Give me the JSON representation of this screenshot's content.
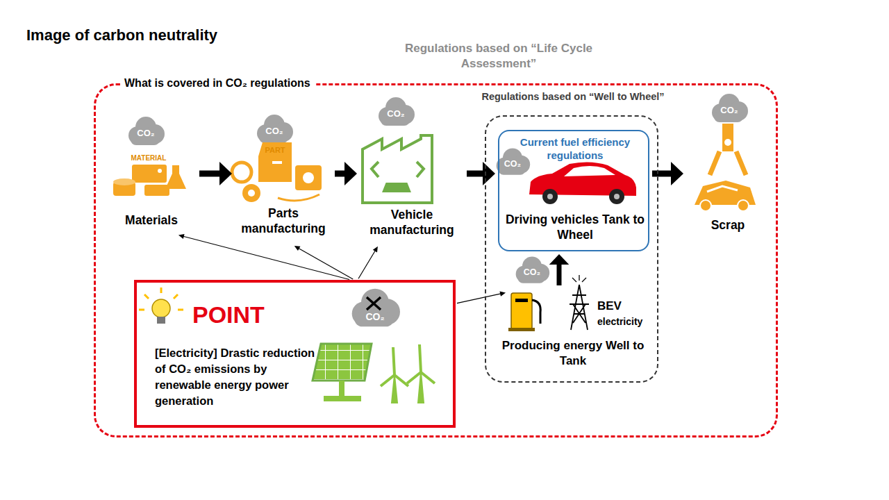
{
  "diagram": {
    "title": "Image of carbon neutrality",
    "nodes": [
      {
        "text": [
          "Regulations based on “Life Cycle Assessment”",
          "What is covered in CO₂ regulations"
        ]
      },
      {
        "text": [
          "Materials"
        ],
        "in": 0
      },
      {
        "text": [
          "Parts manufacturing"
        ],
        "in": 0
      },
      {
        "text": [
          "Vehicle manufacturing"
        ],
        "in": 0
      },
      {
        "text": [
          "Regulations based on “Well to Wheel”"
        ],
        "in": 0
      },
      {
        "text": [
          "Current fuel efficiency regulations",
          "Driving vehicles Tank to Wheel"
        ],
        "in": 4
      },
      {
        "text": [
          "Producing energy Well to Tank"
        ],
        "in": 4
      },
      {
        "text": [
          "Scrap"
        ],
        "in": 0
      },
      {
        "text": [
          "POINT",
          "[Electricity] Drastic reduction of CO₂ emissions by renewable energy power generation"
        ],
        "in": 0
      }
    ],
    "edges": [
      {
        "from": 1,
        "to": 2,
        "arrow": "to"
      },
      {
        "from": 2,
        "to": 3,
        "arrow": "to"
      },
      {
        "from": 3,
        "to": 5,
        "arrow": "to"
      },
      {
        "from": 5,
        "to": 7,
        "arrow": "to"
      },
      {
        "from": 6,
        "to": 5,
        "arrow": "to"
      },
      {
        "from": 8,
        "to": 1,
        "arrow": "to"
      },
      {
        "from": 8,
        "to": 2,
        "arrow": "to"
      },
      {
        "from": 8,
        "to": 3,
        "arrow": "to"
      },
      {
        "from": 8,
        "to": 6,
        "arrow": "to"
      }
    ],
    "labels": [
      "CO₂",
      "MATERIAL",
      "CO₂",
      "PART",
      "CO₂",
      "CO₂",
      "CO₂",
      "BEV",
      "electricity",
      "CO₂",
      "CO₂"
    ]
  }
}
